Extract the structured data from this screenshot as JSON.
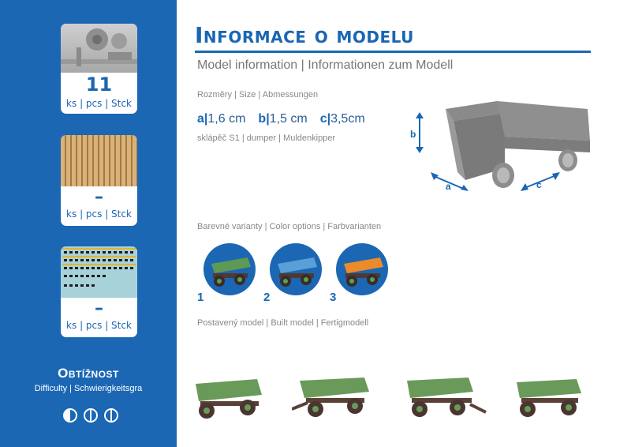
{
  "sidebar": {
    "parts": [
      {
        "quantity": "11",
        "unit": "ks | pcs | Stck"
      },
      {
        "quantity": "–",
        "unit": "ks | pcs | Stck"
      },
      {
        "quantity": "–",
        "unit": "ks | pcs | Stck"
      }
    ],
    "difficulty": {
      "title": "Obtížnost",
      "subtitle": "Difficulty | Schwierigkeitsgra",
      "level": 1,
      "max": 3
    }
  },
  "header": {
    "title": "Informace o modelu",
    "subtitle": "Model information | Informationen zum Modell"
  },
  "size": {
    "label": "Rozměry | Size | Abmessungen",
    "dims": [
      {
        "key": "a",
        "value": "1,6 cm"
      },
      {
        "key": "b",
        "value": "1,5 cm"
      },
      {
        "key": "c",
        "value": "3,5cm"
      }
    ],
    "note": "sklápěč S1 | dumper | Muldenkipper",
    "diagram_labels": {
      "a": "a",
      "b": "b",
      "c": "c"
    }
  },
  "colors": {
    "label": "Barevné varianty | Color options | Farbvarianten",
    "variants": [
      {
        "number": "1",
        "color": "#5f9a54"
      },
      {
        "number": "2",
        "color": "#5aa0d8"
      },
      {
        "number": "3",
        "color": "#ec8a2c"
      }
    ]
  },
  "built": {
    "label": "Postavený model | Built model | Fertigmodell"
  },
  "palette": {
    "brand_blue": "#1b67b4",
    "trailer_green": "#6a9a5a",
    "chassis_brown": "#5a4136"
  }
}
